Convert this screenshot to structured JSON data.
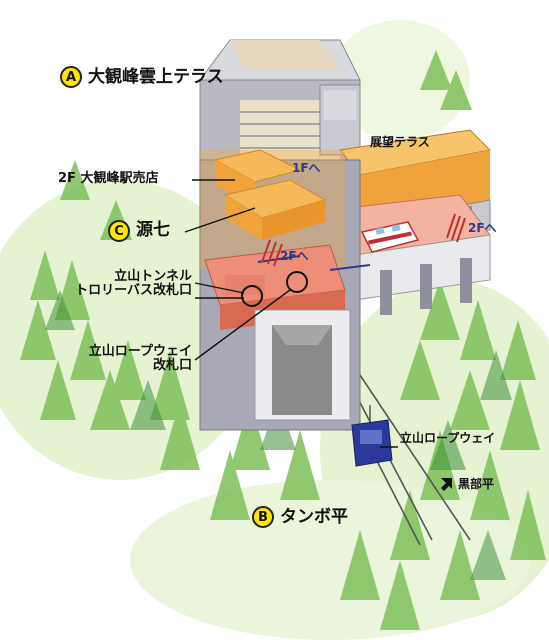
{
  "markers": {
    "a": "A",
    "b": "B",
    "c": "C"
  },
  "labels": {
    "daikanbo_terrace": "大観峰雲上テラス",
    "tenbou_terrace": "展望テラス",
    "shop_2f": "2F 大観峰駅売店",
    "genshichi": "源七",
    "tunnel_trolley_line1": "立山トンネル",
    "tunnel_trolley_line2": "トロリーバス改札口",
    "ropeway_gate_line1": "立山ロープウェイ",
    "ropeway_gate_line2": "改札口",
    "ropeway": "立山ロープウェイ",
    "kurobedaira": "黒部平",
    "tanbodaira": "タンボ平",
    "to_1f": "1Fへ",
    "to_2f_left": "2Fへ",
    "to_2f_right": "2Fへ"
  },
  "colors": {
    "forest": "#7fbf5a",
    "forest_dark": "#3f8f3a",
    "building_gray": "#b9b9c4",
    "building_dark": "#8e8e9c",
    "orange_light": "#f6c46b",
    "orange": "#f0a33c",
    "salmon": "#ee8e78",
    "marker_yellow": "#ffe600",
    "arrow_blue": "#2b3a8a",
    "gondola_blue": "#2b3a9a"
  },
  "icons": {
    "arrow": "down-right-arrow-icon",
    "gate": "circle-gate-icon"
  }
}
